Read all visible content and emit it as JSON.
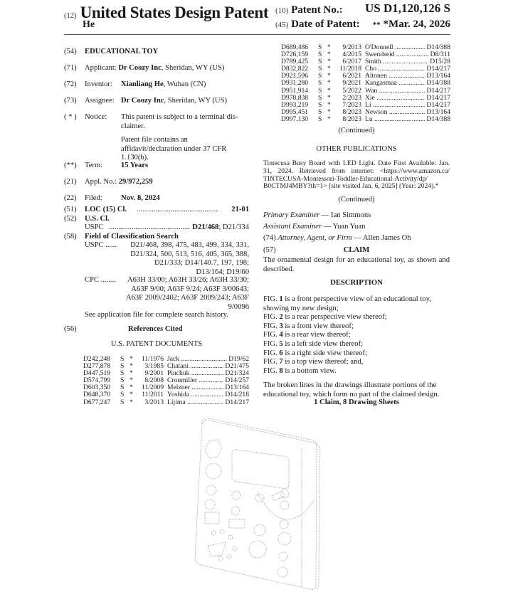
{
  "header": {
    "code12": "(12)",
    "title": "United States Design Patent",
    "inventor_short": "He",
    "code10": "(10)",
    "patent_no_label": "Patent No.:",
    "patent_no": "US D1,120,126 S",
    "code45": "(45)",
    "date_label": "Date of Patent:",
    "date_marks": "**",
    "date": "*Mar. 24, 2026"
  },
  "left": {
    "title": {
      "code": "(54)",
      "value": "EDUCATIONAL TOY"
    },
    "applicant": {
      "code": "(71)",
      "label": "Applicant:",
      "name": "Dr Coozy Inc",
      "place": ", Sheridan, WY (US)"
    },
    "inventor": {
      "code": "(72)",
      "label": "Inventor:",
      "name": "Xianliang He",
      "place": ", Wuhan (CN)"
    },
    "assignee": {
      "code": "(73)",
      "label": "Assignee:",
      "name": "Dr Coozy Inc",
      "place": ", Sheridan, WY (US)"
    },
    "notice": {
      "code": "( * )",
      "label": "Notice:",
      "text1": "This patent is subject to a terminal dis-claimer.",
      "text2": "Patent file contains an affidavit/declaration under 37 CFR 1.130(b)."
    },
    "term": {
      "code": "(**)",
      "label": "Term:",
      "value": "15 Years"
    },
    "appl": {
      "code": "(21)",
      "label": "Appl. No.:",
      "value": "29/972,259"
    },
    "filed": {
      "code": "(22)",
      "label": "Filed:",
      "value": "Nov. 8, 2024"
    },
    "loc": {
      "code": "(51)",
      "label": "LOC (15) Cl.",
      "dots": "..............................................",
      "value": "21-01"
    },
    "uscl": {
      "code": "(52)",
      "label": "U.S. Cl.",
      "uspc_label": "USPC",
      "dots": "...........................................",
      "main": "D21/468",
      "rest": "; D21/334"
    },
    "field": {
      "code": "(58)",
      "label": "Field of Classification Search",
      "uspc_label": "USPC ......",
      "uspc_lines": [
        "D21/468, 398, 475, 483, 499, 334, 331,",
        "D21/324, 500, 513, 516, 405, 365, 388,",
        "D21/333; D14/140.7, 197, 198;",
        "D13/164; D19/60"
      ],
      "cpc_label": "CPC ........",
      "cpc_lines": [
        "A63H 33/00; A63H 33/26; A63H 33/30;",
        "A63F 9/00; A63F 9/24; A63F 3/00643;",
        "A63F 2009/2402; A63F 2009/243; A63F",
        "9/0096"
      ],
      "note": "See application file for complete search history."
    },
    "refs_cited": {
      "code": "(56)",
      "label": "References Cited"
    },
    "us_docs_label": "U.S. PATENT DOCUMENTS",
    "refs": [
      {
        "num": "D242,248",
        "kind": "S",
        "star": "*",
        "date": "11/1976",
        "name": "Jack",
        "cls": "D19/62"
      },
      {
        "num": "D277,878",
        "kind": "S",
        "star": "*",
        "date": "3/1985",
        "name": "Chatani",
        "cls": "D21/475"
      },
      {
        "num": "D447,519",
        "kind": "S",
        "star": "*",
        "date": "9/2001",
        "name": "Pinchuk",
        "cls": "D21/324"
      },
      {
        "num": "D574,799",
        "kind": "S",
        "star": "*",
        "date": "8/2008",
        "name": "Cronmiller",
        "cls": "D14/257"
      },
      {
        "num": "D603,350",
        "kind": "S",
        "star": "*",
        "date": "11/2009",
        "name": "Melzner",
        "cls": "D13/164"
      },
      {
        "num": "D648,370",
        "kind": "S",
        "star": "*",
        "date": "11/2011",
        "name": "Yoshida",
        "cls": "D14/218"
      },
      {
        "num": "D677,247",
        "kind": "S",
        "star": "*",
        "date": "3/2013",
        "name": "Lijima",
        "cls": "D14/217"
      }
    ]
  },
  "right": {
    "refs": [
      {
        "num": "D689,486",
        "kind": "S",
        "star": "*",
        "date": "9/2013",
        "name": "O'Donnell",
        "cls": "D14/388"
      },
      {
        "num": "D726,159",
        "kind": "S",
        "star": "*",
        "date": "4/2015",
        "name": "Swendseid",
        "cls": "D8/311"
      },
      {
        "num": "D789,425",
        "kind": "S",
        "star": "*",
        "date": "6/2017",
        "name": "Smith",
        "cls": "D15/28"
      },
      {
        "num": "D832,822",
        "kind": "S",
        "star": "*",
        "date": "11/2018",
        "name": "Cho",
        "cls": "D14/217"
      },
      {
        "num": "D921,596",
        "kind": "S",
        "star": "*",
        "date": "6/2021",
        "name": "Altonen",
        "cls": "D13/164"
      },
      {
        "num": "D931,280",
        "kind": "S",
        "star": "*",
        "date": "9/2021",
        "name": "Kangasmaa",
        "cls": "D14/388"
      },
      {
        "num": "D951,914",
        "kind": "S",
        "star": "*",
        "date": "5/2022",
        "name": "Wan",
        "cls": "D14/217"
      },
      {
        "num": "D978,838",
        "kind": "S",
        "star": "*",
        "date": "2/2023",
        "name": "Xie",
        "cls": "D14/217"
      },
      {
        "num": "D993,219",
        "kind": "S",
        "star": "*",
        "date": "7/2023",
        "name": "Li",
        "cls": "D14/217"
      },
      {
        "num": "D995,451",
        "kind": "S",
        "star": "*",
        "date": "8/2023",
        "name": "Newson",
        "cls": "D13/164"
      },
      {
        "num": "D997,130",
        "kind": "S",
        "star": "*",
        "date": "8/2023",
        "name": "Lu",
        "cls": "D14/388"
      }
    ],
    "continued": "(Continued)",
    "other_pub_label": "OTHER PUBLICATIONS",
    "other_pub_text": "Tintecusa Busy Board with LED Light. Date First Available: Jan. 31, 2024. Retrieved from internet: <https://www.amazon.ca/ TINTECUSA-Montessori-Toddler-Educational-Activity/dp/ B0CTMJ4MBY?th=1> [site visited Jan. 6, 2025] (Year: 2024).*",
    "continued2": "(Continued)",
    "primary_label": "Primary Examiner",
    "primary": " — Ian Simmons",
    "assistant_label": "Assistant Examiner",
    "assistant": " — Yuan Yuan",
    "attorney_code": "(74)",
    "attorney_label": "Attorney, Agent, or Firm",
    "attorney": " — Allen James Oh",
    "claim_code": "(57)",
    "claim_label": "CLAIM",
    "claim_text": "The ornamental design for an educational toy, as shown and described.",
    "desc_label": "DESCRIPTION",
    "figs": [
      {
        "pre": "FIG. ",
        "n": "1",
        "text": " is a front perspective view of an educational toy, showing my new design;"
      },
      {
        "pre": "FIG. ",
        "n": "2",
        "text": " is a rear perspective view thereof;"
      },
      {
        "pre": "FIG. ",
        "n": "3",
        "text": " is a front view thereof;"
      },
      {
        "pre": "FIG. ",
        "n": "4",
        "text": " is a rear view thereof;"
      },
      {
        "pre": "FIG. ",
        "n": "5",
        "text": " is a left side view thereof;"
      },
      {
        "pre": "FIG. ",
        "n": "6",
        "text": " is a right side view thereof;"
      },
      {
        "pre": "FIG. ",
        "n": "7",
        "text": " is a top view thereof; and,"
      },
      {
        "pre": "FIG. ",
        "n": "8",
        "text": " is a bottom view."
      }
    ],
    "broken_lines": "The broken lines in the drawings illustrate portions of the educational toy, which form no part of the claimed design.",
    "claims_sheets": "1 Claim, 8 Drawing Sheets"
  }
}
